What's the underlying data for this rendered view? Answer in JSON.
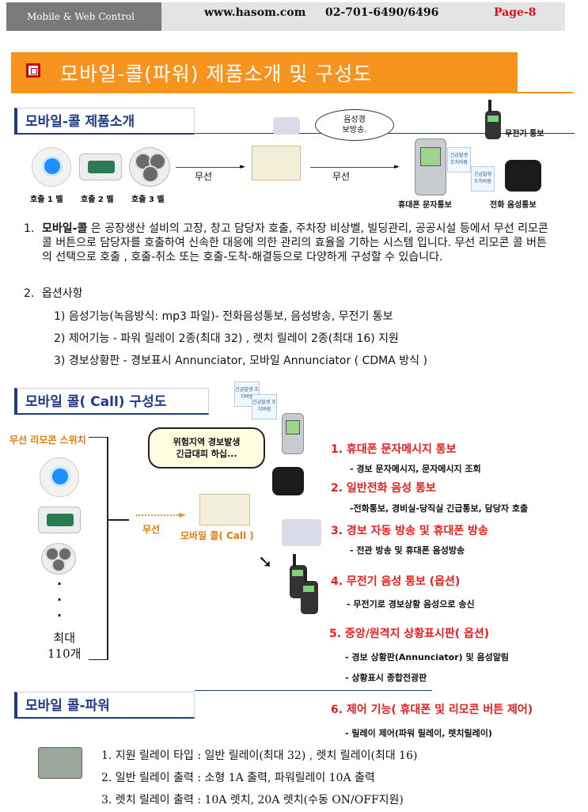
{
  "header": {
    "left": "Mobile & Web Control",
    "url": "www.hasom.com",
    "phone": "02-701-6490/6496",
    "page": "Page-8"
  },
  "banner": {
    "title": "모바일-콜(파워) 제품소개 및 구성도"
  },
  "section1": {
    "heading": "모바일-콜 제품소개",
    "buttons": [
      "호출 1 벨",
      "호출 2 벨",
      "호출 3 벨"
    ],
    "wireless1": "무선",
    "wireless2": "무선",
    "bubble_line1": "음성경",
    "bubble_line2": "보방송.",
    "walkie_label": "무전기 통보",
    "phone_label": "휴대폰 문자통보",
    "tel_label": "전화 음성통보",
    "msg_card": "긴급발생 조치바람"
  },
  "intro": {
    "p1_bold": "모바일-콜",
    "p1_rest": " 은 공장생산 설비의 고장, 창고 담당자 호출, 주차장 비상벨, 빌딩관리, 공공시설 등에서 무선 리모콘 콜 버튼으로 담당자를 호출하여 신속한 대응에 의한 관리의 효율을 기하는 시스템 입니다. 무선 리모콘 콜 버튼의 선택으로 호출 , 호출-취소 또는 호출-도착-해결등으로 다양하게 구성할 수 있습니다.",
    "p1_num": "1.",
    "p2_num": "2.",
    "p2_title": "옵션사항",
    "options": [
      "1)   음성기능(녹음방식: mp3 파일)- 전화음성통보, 음성방송, 무전기 통보",
      "2)   제어기능 - 파워 릴레이 2종(최대 32)  , 렛치 릴레이 2종(최대 16) 지원",
      "3) 경보상황판 - 경보표시 Annunciator,  모바일 Annunciator ( CDMA 방식 )"
    ]
  },
  "section2": {
    "heading": "모바일 콜( Call) 구성도",
    "remote_label": "무선 리모콘 스위치",
    "max_line1": "최대",
    "max_line2": "110개",
    "wireless": "무선",
    "device_label": "모바일 콜( Call )",
    "bubble_line1": "위험지역 경보발생",
    "bubble_line2": "긴급대피 하십...",
    "dots": "·",
    "items": [
      {
        "title": "1. 휴대폰 문자메시지 통보",
        "sub": "- 경보 문자메시지, 문자메시지 조회"
      },
      {
        "title": "2. 일반전화 음성 통보",
        "sub": "-전화통보, 경비실-당직실 긴급통보, 담당자 호출"
      },
      {
        "title": "3. 경보 자동 방송 및 휴대폰 방송",
        "sub": "- 전관 방송 및 휴대폰 음성방송"
      },
      {
        "title": "4. 무전기 음성 통보 (옵션)",
        "sub": "- 무전기로 경보상황 음성으로 송신"
      },
      {
        "title": "5. 중앙/원격지 상황표시판( 옵션)",
        "sub": "- 경보 상황판(Annunciator) 및 음성알림",
        "sub2": "- 상황표시 종합전광판"
      }
    ]
  },
  "section3": {
    "heading": "모바일 콜-파워",
    "item6_title": "6. 제어 기능( 휴대폰 및 리모콘 버튼 제어)",
    "item6_sub": "- 릴레이 제어(파워 릴레이, 렛치릴레이)",
    "relay_lines": [
      "1. 지원 릴레이 타입 : 일반 릴레이(최대 32) , 렛치 릴레이(최대 16)",
      "2. 일반 릴레이 출력 : 소형 1A 출력,  파워릴레이 10A 출력",
      "3. 렛치 릴레이 출력 : 10A 렛치,  20A 렛치(수동 ON/OFF지원)"
    ]
  },
  "colors": {
    "banner": "#f7941d",
    "heading": "#1f3b86",
    "accent_red": "#e6201f"
  }
}
